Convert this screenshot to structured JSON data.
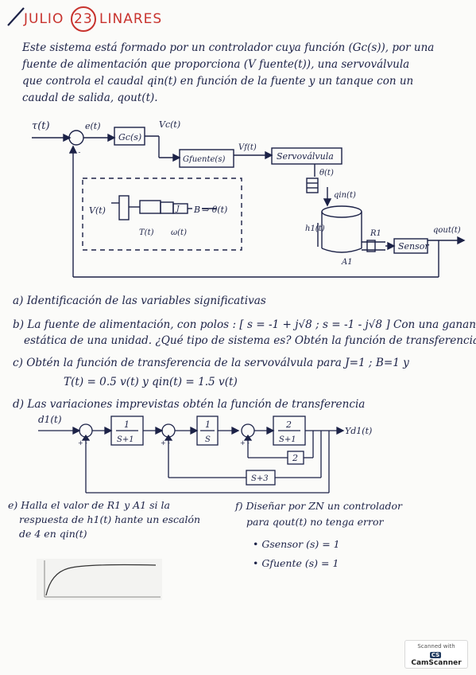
{
  "header": {
    "month": "JULIO",
    "day": "23",
    "place": "LINARES"
  },
  "intro": {
    "lines": [
      "Este sistema está formado por un controlador cuya función (Gc(s)), por una",
      "fuente de alimentación que proporciona (V fuente(t)), una servoválvula",
      "que controla el caudal qin(t) en función de la fuente y un tanque con un",
      "caudal de salida, qout(t)."
    ]
  },
  "diagram1": {
    "input": "τ(t)",
    "error": "e(t)",
    "controller": "Gc(s)",
    "vc": "Vc(t)",
    "source": "Gfuente(s)",
    "vf": "Vf(t)",
    "valve": "Servoválvula",
    "theta": "θ(t)",
    "qin": "qin(t)",
    "h1": "h1(t)",
    "r1": "R1",
    "a1": "A1",
    "qout": "qout(t)",
    "sensor": "Sensor",
    "sum_sign": "+ -",
    "inner_v": "V(t)",
    "inner_t": "T(t)",
    "inner_w": "ω(t)",
    "inner_j": "J",
    "inner_b": "B",
    "inner_out": "⇒ θ(t)"
  },
  "questions": {
    "a": "a) Identificación de las variables significativas",
    "b1": "b) La fuente de alimentación, con polos : [ s = -1 + j√8 ; s = -1 - j√8 ] Con una ganancia",
    "b2": "estática de una unidad. ¿Qué tipo de sistema es? Obtén la función de transferencia",
    "c1": "c) Obtén la función de transferencia de la servoválvula para J=1 ; B=1 y",
    "c2": "T(t) = 0.5 v(t)     y  qin(t) = 1.5 v(t)",
    "d": "d) Las variaciones imprevistas obtén la función de transferencia",
    "e1": "e) Halla el valor de R1 y A1 si la",
    "e2": "respuesta de h1(t) hante un escalón",
    "e3": "de 4 en qin(t)",
    "f1": "f) Diseñar por ZN un controlador",
    "f2": "para qout(t) no tenga error",
    "f3": "• Gsensor (s) = 1",
    "f4": "• Gfuente (s) = 1"
  },
  "diagram2": {
    "input": "d1(t)",
    "output": "Yd1(t)",
    "block1_num": "1",
    "block1_den": "S+1",
    "block2_num": "1",
    "block2_den": "S",
    "block3_num": "2",
    "block3_den": "S+1",
    "fb_inner": "2",
    "fb_outer": "S+3",
    "sign": "+ -"
  },
  "scanner": {
    "line1": "Scanned with",
    "line2": "CamScanner"
  },
  "colors": {
    "ink": "#1c2247",
    "header_red": "#c8332e",
    "paper": "#fbfbf9"
  }
}
